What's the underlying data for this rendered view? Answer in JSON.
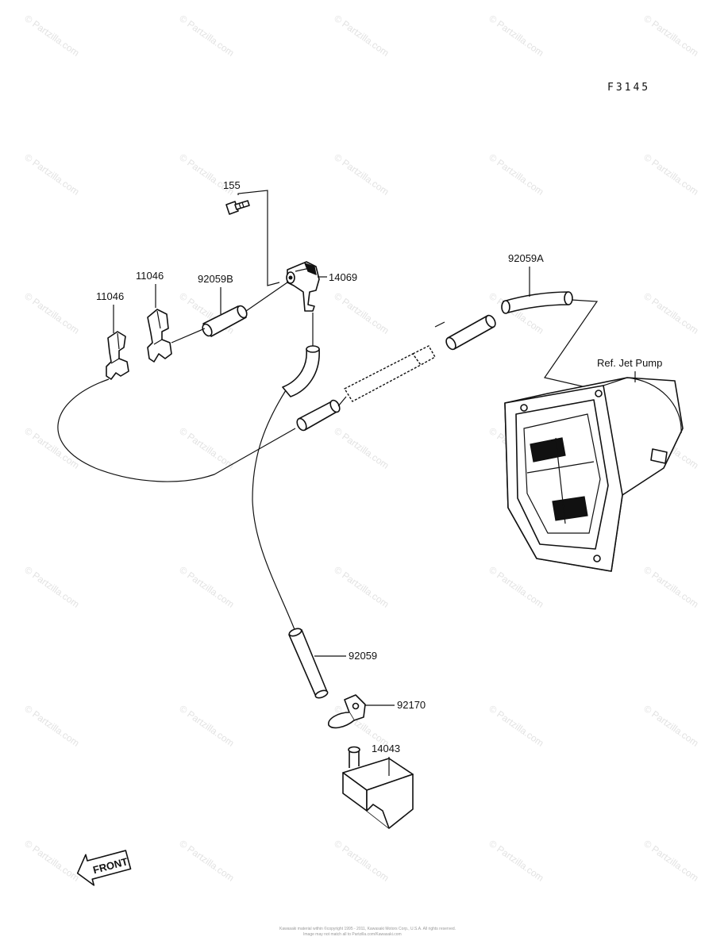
{
  "diagram_code": "F3145",
  "watermark_text": "© Partzilla.com",
  "footer": {
    "line1": "Kawasaki material within ©copyright 1995 - 2011, Kawasaki Motors Corp., U.S.A. All rights reserved.",
    "line2": "Image may not match all to Partzilla.com/Kawasaki.com"
  },
  "front_label": "FRONT",
  "labels": {
    "p155": "155",
    "p14069": "14069",
    "p11046_a": "11046",
    "p11046_b": "11046",
    "p92059b": "92059B",
    "p92059a": "92059A",
    "ref_jet_pump": "Ref. Jet Pump",
    "p92059": "92059",
    "p92170": "92170",
    "p14043": "14043"
  }
}
